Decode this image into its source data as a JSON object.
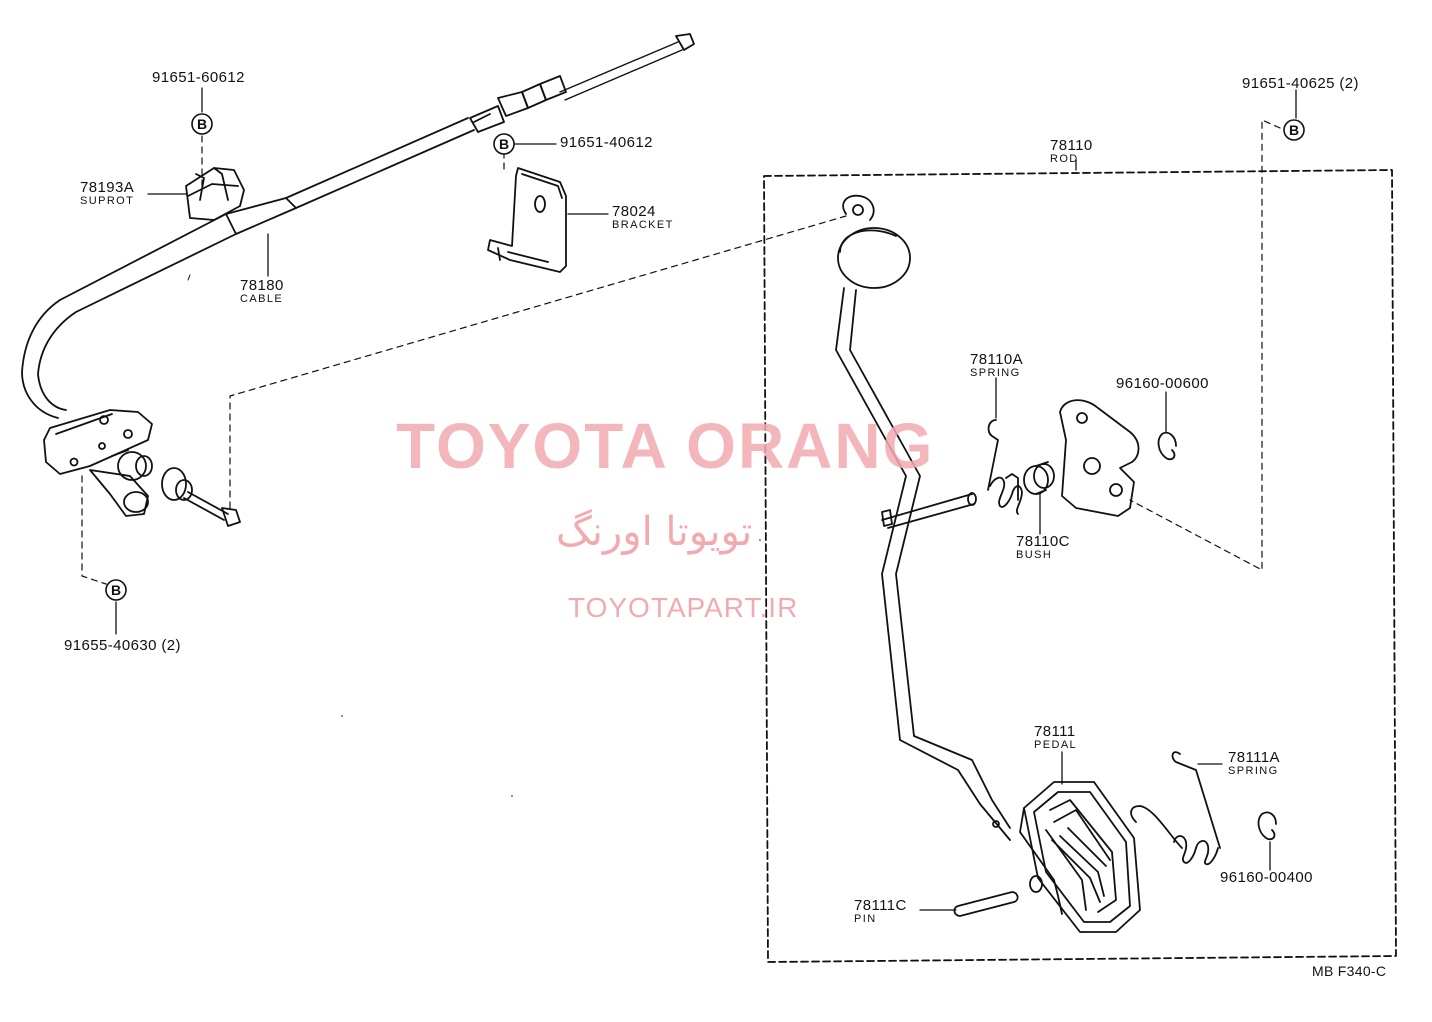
{
  "watermark": {
    "main": "TOYOTA ORANG",
    "persian": "تویوتا اورنگ",
    "url": "TOYOTAPART.IR"
  },
  "bolt_symbol": "B",
  "figure_code": "MB F340-C",
  "parts": {
    "p91651_60612": {
      "number": "91651-60612"
    },
    "p78193A": {
      "number": "78193A",
      "name": "SUPROT"
    },
    "p78180": {
      "number": "78180",
      "name": "CABLE"
    },
    "p91651_40612": {
      "number": "91651-40612"
    },
    "p78024": {
      "number": "78024",
      "name": "BRACKET"
    },
    "p91655_40630": {
      "number": "91655-40630 (2)"
    },
    "p78110": {
      "number": "78110",
      "name": "ROD"
    },
    "p91651_40625": {
      "number": "91651-40625 (2)"
    },
    "p78110A": {
      "number": "78110A",
      "name": "SPRING"
    },
    "p96160_00600": {
      "number": "96160-00600"
    },
    "p78110C": {
      "number": "78110C",
      "name": "BUSH"
    },
    "p78111": {
      "number": "78111",
      "name": "PEDAL"
    },
    "p78111A": {
      "number": "78111A",
      "name": "SPRING"
    },
    "p96160_00400": {
      "number": "96160-00400"
    },
    "p78111C": {
      "number": "78111C",
      "name": "PIN"
    }
  }
}
